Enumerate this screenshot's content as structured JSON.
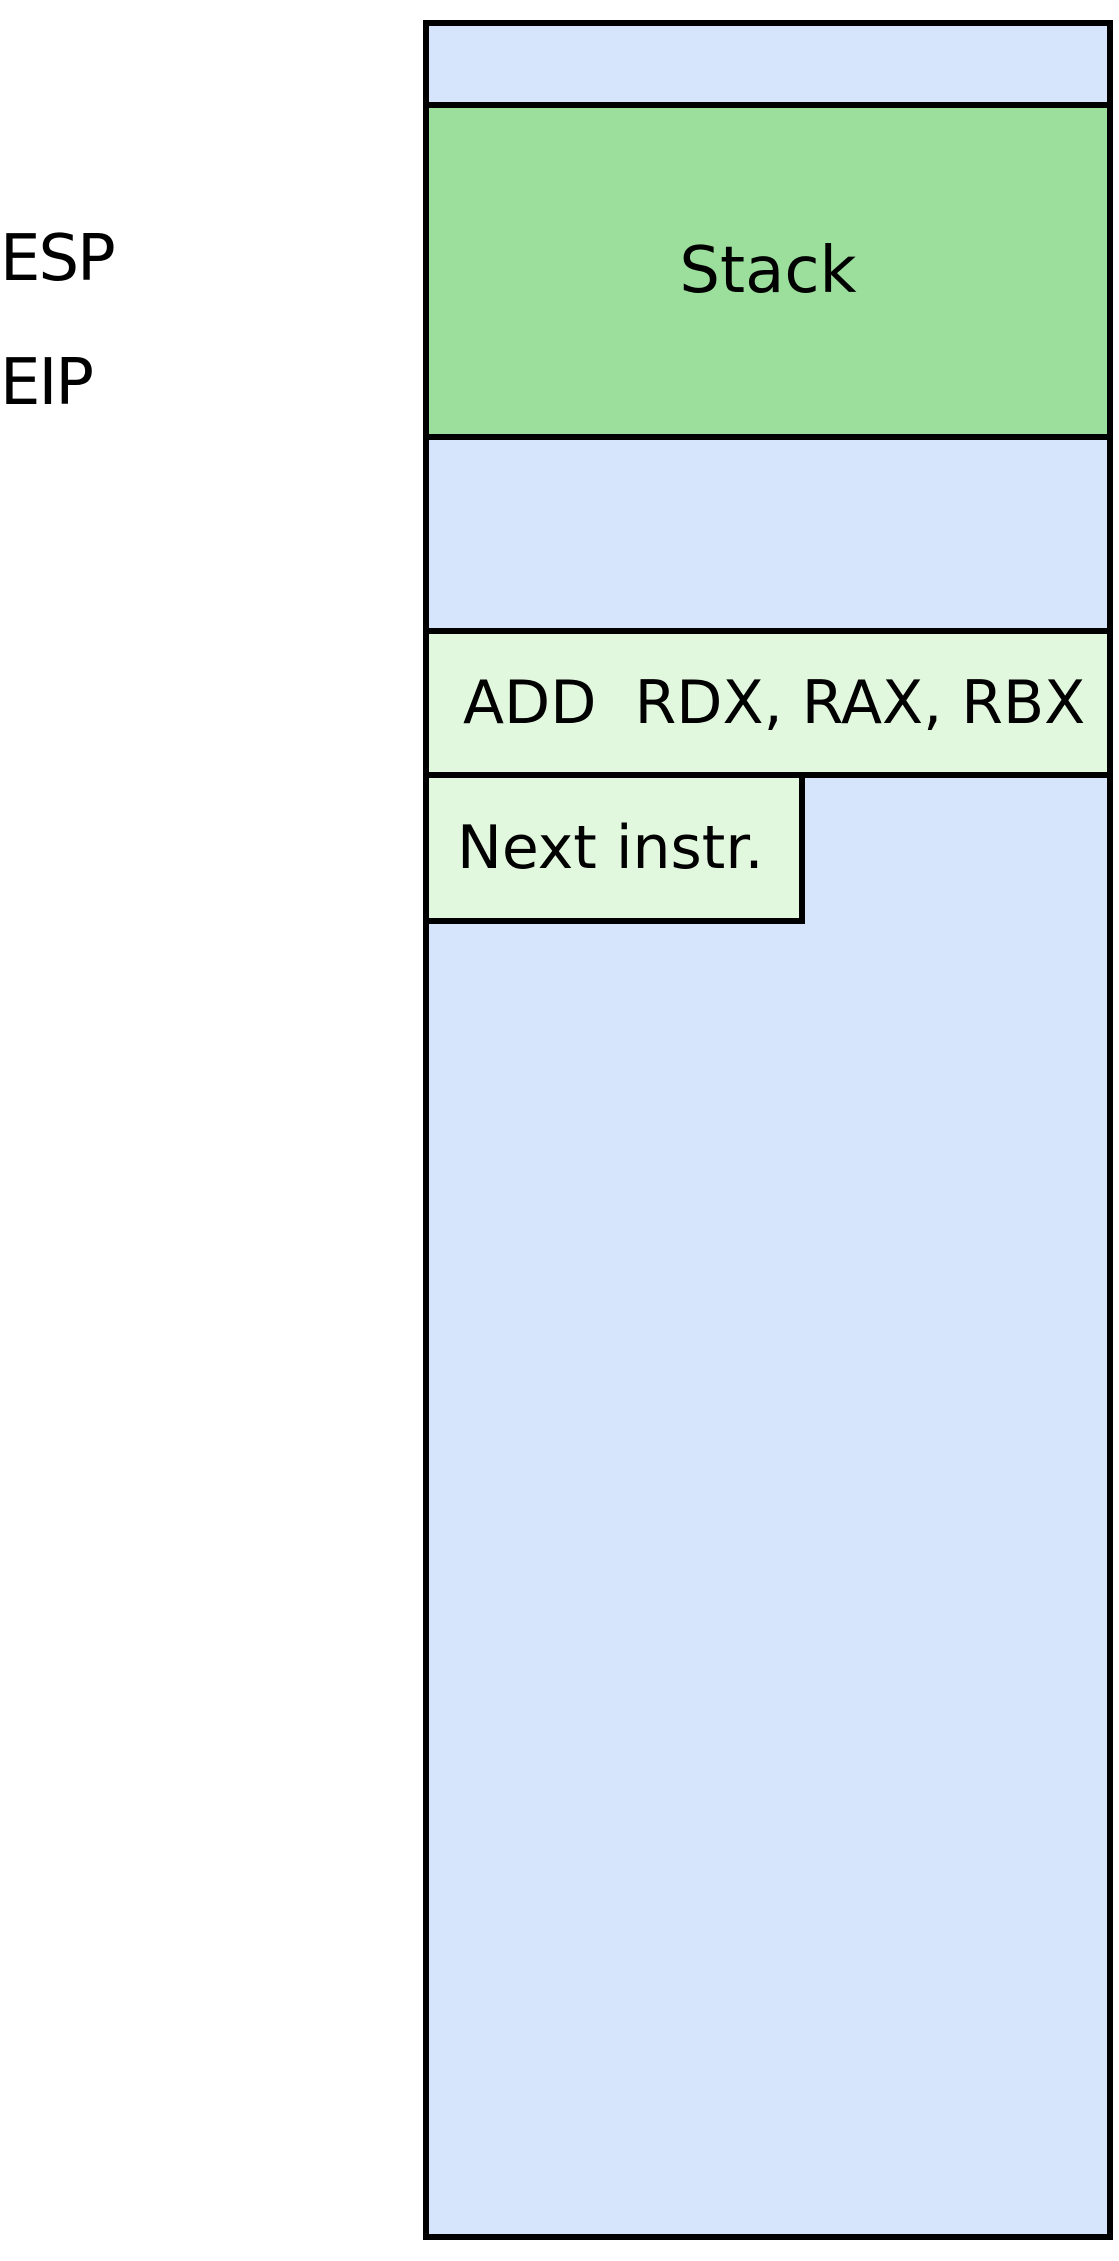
{
  "registers": {
    "esp": "ESP",
    "eip": "EIP"
  },
  "memory": {
    "border_color": "#000000",
    "sections": {
      "free_top": {
        "label": "",
        "color": "#d6e4fc"
      },
      "stack": {
        "label": "Stack",
        "color": "#9cdf9d"
      },
      "free_middle": {
        "label": "",
        "color": "#d6e4fc"
      },
      "current_instruction": {
        "label": "ADD  RDX, RAX, RBX",
        "color": "#e2f8de"
      },
      "next_instruction": {
        "label": "Next instr.",
        "color": "#e2f8de"
      },
      "free_bottom": {
        "label": "",
        "color": "#d6e4fc"
      }
    }
  }
}
